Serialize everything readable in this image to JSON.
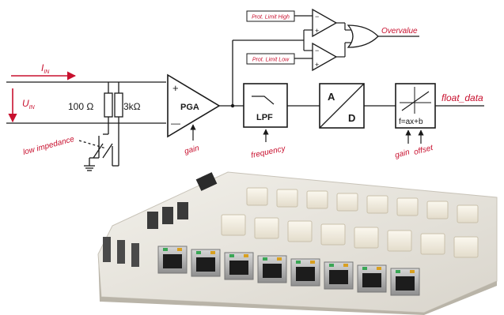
{
  "diagram": {
    "input_current": "I",
    "input_current_sub": "IN",
    "input_voltage": "U",
    "input_voltage_sub": "IN",
    "resistor_1": "100 Ω",
    "resistor_2": "3kΩ",
    "low_impedance": "low impedance",
    "pga_label": "PGA",
    "pga_plus": "+",
    "pga_minus": "—",
    "gain_label": "gain",
    "lpf_label": "LPF",
    "frequency_label": "frequency",
    "adc_a": "A",
    "adc_d": "D",
    "scale_formula": "f=ax+b",
    "scale_gain": "gain",
    "scale_offset": "offset",
    "output_label": "float_data",
    "limit_high": "Prot. Limit High",
    "limit_low": "Prot. Limit Low",
    "comp_minus": "−",
    "comp_plus": "+",
    "overvalue_label": "Overvalue"
  },
  "colors": {
    "accent": "#c8102e",
    "line": "#1a1a1a",
    "board": "#e9e6df",
    "jack": "#b8b8b8"
  },
  "board": {
    "port_count": 8
  }
}
